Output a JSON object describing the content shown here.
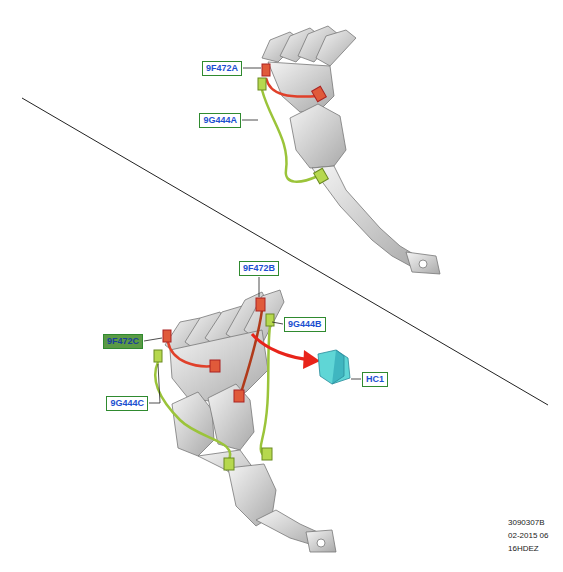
{
  "diagram": {
    "nodes": [
      {
        "text": [
          "9F472A"
        ]
      },
      {
        "text": [
          "9G444A"
        ]
      },
      {
        "text": [
          "9F472B"
        ]
      },
      {
        "text": [
          "9G444B"
        ]
      },
      {
        "text": [
          "9F472C"
        ]
      },
      {
        "text": [
          "HC1"
        ]
      },
      {
        "text": [
          "9G444C"
        ]
      }
    ],
    "labels": [
      "3090307B",
      "02-2015 06",
      "16HDEZ"
    ]
  }
}
